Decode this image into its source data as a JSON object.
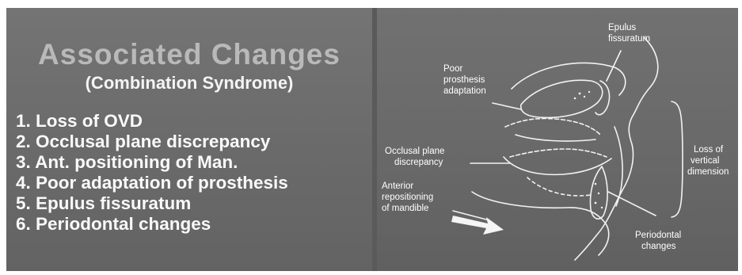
{
  "left": {
    "title": "Associated Changes",
    "subtitle": "(Combination Syndrome)",
    "items": [
      "1. Loss of OVD",
      "2. Occlusal plane discrepancy",
      "3. Ant. positioning of Man.",
      "4. Poor adaptation of prosthesis",
      "5. Epulus fissuratum",
      "6. Periodontal changes"
    ]
  },
  "diagram": {
    "labels": {
      "poor_prosthesis": [
        "Poor",
        "prosthesis",
        "adaptation"
      ],
      "epulus": [
        "Epulus",
        "fissuratum"
      ],
      "occlusal": [
        "Occlusal plane",
        "discrepancy"
      ],
      "loss_vertical": [
        "Loss of",
        "vertical",
        "dimension"
      ],
      "anterior": [
        "Anterior",
        "repositioning",
        "of mandible"
      ],
      "periodontal": [
        "Periodontal",
        "changes"
      ]
    }
  },
  "colors": {
    "panel": "#6e6e6e",
    "title": "#b9b9b9",
    "text": "#ffffff"
  }
}
